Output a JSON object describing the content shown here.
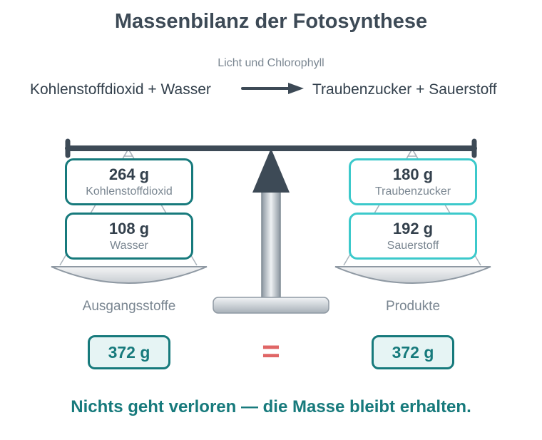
{
  "title": "Massenbilanz der Fotosynthese",
  "equation": {
    "condition": "Licht und Chlorophyll",
    "reactants": "Kohlenstoffdioxid + Wasser",
    "products": "Traubenzucker + Sauerstoff"
  },
  "left_pan": {
    "items": [
      {
        "mass": "264 g",
        "name": "Kohlenstoffdioxid"
      },
      {
        "mass": "108 g",
        "name": "Wasser"
      }
    ],
    "label": "Ausgangsstoffe",
    "total": "372 g"
  },
  "right_pan": {
    "items": [
      {
        "mass": "180 g",
        "name": "Traubenzucker"
      },
      {
        "mass": "192 g",
        "name": "Sauerstoff"
      }
    ],
    "label": "Produkte",
    "total": "372 g"
  },
  "equals_sign": "=",
  "conclusion": "Nichts geht verloren — die Masse bleibt erhalten.",
  "colors": {
    "dark": "#33404c",
    "teal": "#177a7c",
    "light_teal": "#3cc9cb",
    "equals": "#e06666",
    "muted": "#7a8691"
  }
}
